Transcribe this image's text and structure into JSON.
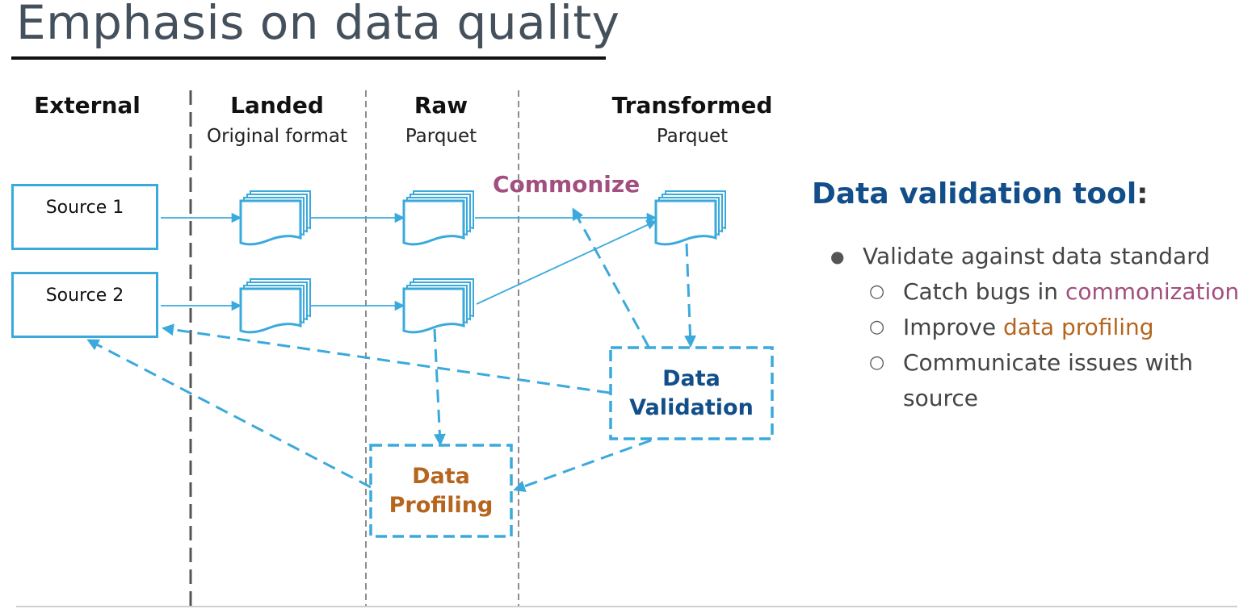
{
  "title": "Emphasis on data quality",
  "columns": {
    "external": {
      "header": "External"
    },
    "landed": {
      "header": "Landed",
      "sub": "Original format"
    },
    "raw": {
      "header": "Raw",
      "sub": "Parquet"
    },
    "transformed": {
      "header": "Transformed",
      "sub": "Parquet"
    }
  },
  "sources": [
    "Source 1",
    "Source 2"
  ],
  "commonize": "Commonize",
  "validation": {
    "line1": "Data",
    "line2": "Validation"
  },
  "profiling": {
    "line1": "Data",
    "line2": "Profiling"
  },
  "panel": {
    "title": "Data validation tool",
    "colon": ":",
    "bullet1": "Validate against data standard",
    "sub1_prefix": "Catch bugs in ",
    "sub1_highlight": "commonization",
    "sub2_prefix": "Improve ",
    "sub2_highlight": "data profiling",
    "sub3_line1": "Communicate issues with",
    "sub3_line2": "source"
  },
  "colors": {
    "accent_blue": "#3aa9dc",
    "validation_text": "#124e8a",
    "profiling_text": "#b5651d",
    "commonize_text": "#a24f7f"
  },
  "icons": [
    "file-stack-icon"
  ]
}
